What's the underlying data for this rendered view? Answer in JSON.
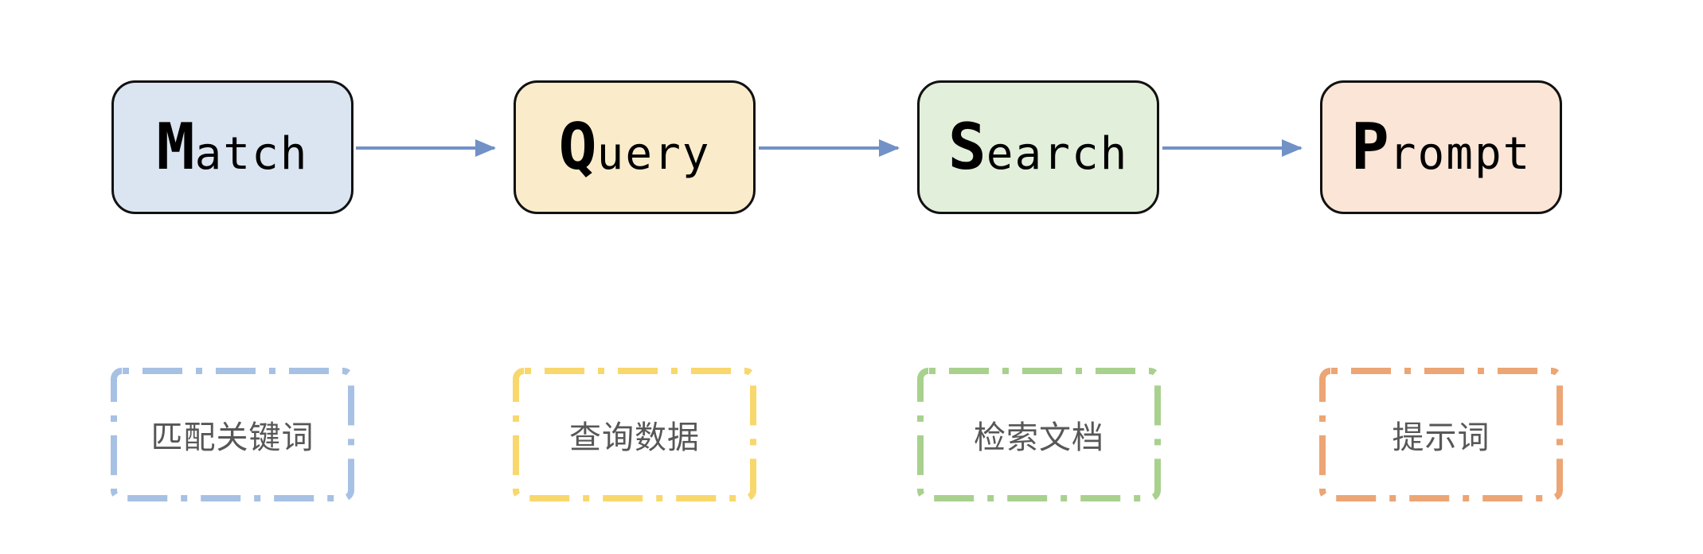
{
  "diagram": {
    "background": "#ffffff",
    "arrow_color": "#7191c7",
    "node_border_color": "#111111",
    "node_label_color": "#000000",
    "desc_text_color": "#575757",
    "nodes": [
      {
        "label": "Match",
        "initial": "M",
        "rest": "atch",
        "fill": "#dbe5f1",
        "desc": "匹配关键词",
        "dash_color": "#a6c1e3"
      },
      {
        "label": "Query",
        "initial": "Q",
        "rest": "uery",
        "fill": "#faeccb",
        "desc": "查询数据",
        "dash_color": "#f8d76d"
      },
      {
        "label": "Search",
        "initial": "S",
        "rest": "earch",
        "fill": "#e2efda",
        "desc": "检索文档",
        "dash_color": "#a9d18e"
      },
      {
        "label": "Prompt",
        "initial": "P",
        "rest": "rompt",
        "fill": "#fbe5d6",
        "desc": "提示词",
        "dash_color": "#eca574"
      }
    ]
  }
}
